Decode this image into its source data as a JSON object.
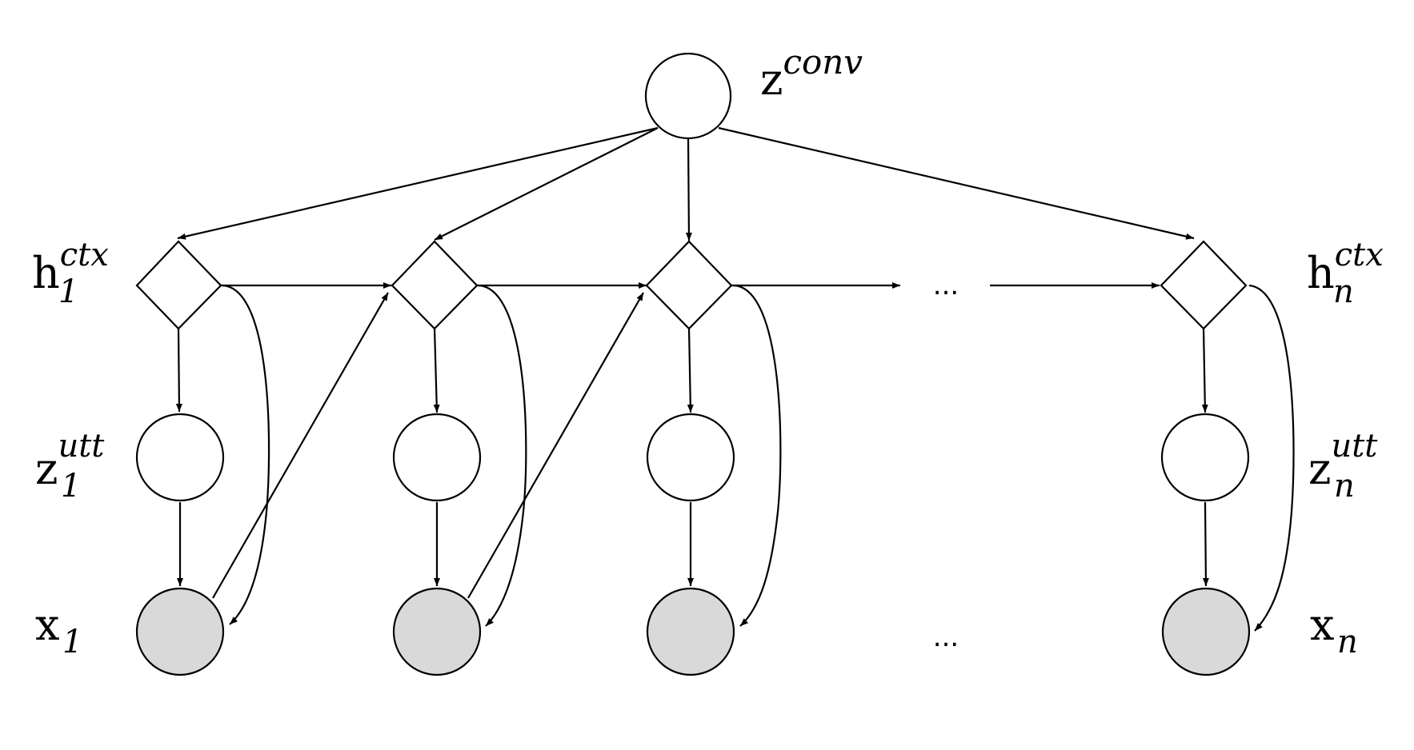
{
  "diagram": {
    "colors": {
      "stroke": "#000000",
      "node_fill": "#ffffff",
      "observed_fill": "#d9d9d9"
    },
    "labels": {
      "z_conv": {
        "base": "z",
        "sup": "conv",
        "sub": ""
      },
      "h_1": {
        "base": "h",
        "sup": "ctx",
        "sub": "1"
      },
      "h_n": {
        "base": "h",
        "sup": "ctx",
        "sub": "n"
      },
      "z_utt_1": {
        "base": "z",
        "sup": "utt",
        "sub": "1"
      },
      "z_utt_n": {
        "base": "z",
        "sup": "utt",
        "sub": "n"
      },
      "x_1": {
        "base": "x",
        "sup": "",
        "sub": "1"
      },
      "x_n": {
        "base": "x",
        "sup": "",
        "sub": "n"
      }
    },
    "ellipsis_text": "..."
  }
}
